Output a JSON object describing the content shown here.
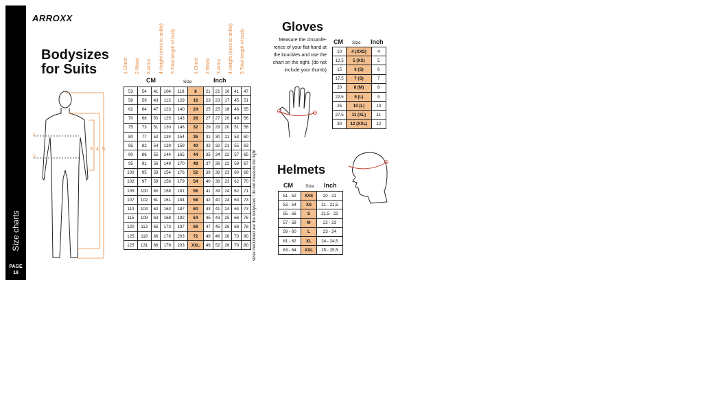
{
  "brand": {
    "logo": "ARROXX"
  },
  "sidebar": {
    "label": "Size charts",
    "page_label": "PAGE",
    "page_number": "18"
  },
  "suits": {
    "title_line1": "Bodysizes",
    "title_line2": "for Suits",
    "column_labels": [
      "1.Chest",
      "2.Waist",
      "3.Arms",
      "4.Height (neck to ankle)",
      "5.Total length of body"
    ],
    "cm_header": "CM",
    "size_header": "Size",
    "inch_header": "Inch",
    "figure_markers": [
      "1",
      "2",
      "3",
      "4",
      "5"
    ],
    "side_note": "sizes mentioned are the bodysizes / do not measure too tight",
    "rows": [
      [
        "53",
        "54",
        "41",
        "104",
        "118",
        "8",
        "21",
        "21",
        "16",
        "41",
        "47"
      ],
      [
        "58",
        "59",
        "43",
        "113",
        "129",
        "16",
        "23",
        "23",
        "17",
        "45",
        "51"
      ],
      [
        "62",
        "64",
        "47",
        "123",
        "140",
        "24",
        "25",
        "25",
        "18",
        "48",
        "55"
      ],
      [
        "70",
        "68",
        "50",
        "125",
        "143",
        "28",
        "27",
        "27",
        "20",
        "49",
        "56"
      ],
      [
        "75",
        "73",
        "51",
        "130",
        "148",
        "32",
        "29",
        "29",
        "20",
        "51",
        "58"
      ],
      [
        "80",
        "77",
        "52",
        "134",
        "154",
        "36",
        "31",
        "30",
        "21",
        "53",
        "60"
      ],
      [
        "85",
        "82",
        "54",
        "139",
        "159",
        "40",
        "33",
        "32",
        "21",
        "55",
        "63"
      ],
      [
        "90",
        "86",
        "55",
        "144",
        "165",
        "44",
        "35",
        "34",
        "22",
        "57",
        "65"
      ],
      [
        "95",
        "91",
        "56",
        "149",
        "170",
        "48",
        "37",
        "36",
        "22",
        "59",
        "67"
      ],
      [
        "100",
        "95",
        "58",
        "154",
        "176",
        "52",
        "39",
        "38",
        "23",
        "60",
        "69"
      ],
      [
        "102",
        "97",
        "59",
        "156",
        "179",
        "54",
        "40",
        "38",
        "23",
        "62",
        "70"
      ],
      [
        "105",
        "100",
        "60",
        "158",
        "181",
        "56",
        "41",
        "39",
        "24",
        "62",
        "71"
      ],
      [
        "107",
        "102",
        "61",
        "161",
        "184",
        "58",
        "42",
        "40",
        "24",
        "63",
        "73"
      ],
      [
        "110",
        "104",
        "62",
        "163",
        "187",
        "60",
        "43",
        "41",
        "24",
        "64",
        "73"
      ],
      [
        "115",
        "109",
        "63",
        "168",
        "192",
        "64",
        "45",
        "43",
        "25",
        "66",
        "76"
      ],
      [
        "120",
        "113",
        "65",
        "173",
        "197",
        "68",
        "47",
        "45",
        "26",
        "68",
        "78"
      ],
      [
        "125",
        "118",
        "66",
        "178",
        "203",
        "72",
        "49",
        "46",
        "26",
        "70",
        "80"
      ],
      [
        "125",
        "131",
        "66",
        "178",
        "203",
        "XXL",
        "49",
        "52",
        "26",
        "70",
        "80"
      ]
    ]
  },
  "gloves": {
    "title": "Gloves",
    "instructions": [
      "Measure the circumfe-",
      "rence of your flat hand at",
      "the knuckles and use the",
      "chart on the right. (do not",
      "include your thumb)"
    ],
    "cm_header": "CM",
    "size_header": "Size",
    "inch_header": "Inch",
    "rows": [
      [
        "10",
        "4 (XXS)",
        "4"
      ],
      [
        "12,5",
        "5 (XS)",
        "5"
      ],
      [
        "15",
        "6 (S)",
        "6"
      ],
      [
        "17,5",
        "7 (S)",
        "7"
      ],
      [
        "20",
        "8 (M)",
        "8"
      ],
      [
        "22,5",
        "9 (L)",
        "9"
      ],
      [
        "25",
        "10 (L)",
        "10"
      ],
      [
        "27,5",
        "11 (XL)",
        "11"
      ],
      [
        "30",
        "12 (XXL)",
        "12"
      ]
    ]
  },
  "helmets": {
    "title": "Helmets",
    "cm_header": "CM",
    "size_header": "Size",
    "inch_header": "Inch",
    "rows": [
      [
        "51 - 52",
        "XXS",
        "20 - 21"
      ],
      [
        "53 - 54",
        "XS",
        "21 - 21,5"
      ],
      [
        "55 - 56",
        "S",
        "21,5 - 22"
      ],
      [
        "57 - 58",
        "M",
        "22 - 23"
      ],
      [
        "59 - 60",
        "L",
        "23 - 24"
      ],
      [
        "61 - 62",
        "XL",
        "24 - 24,5"
      ],
      [
        "63 - 64",
        "XXL",
        "25 - 25,5"
      ]
    ]
  }
}
